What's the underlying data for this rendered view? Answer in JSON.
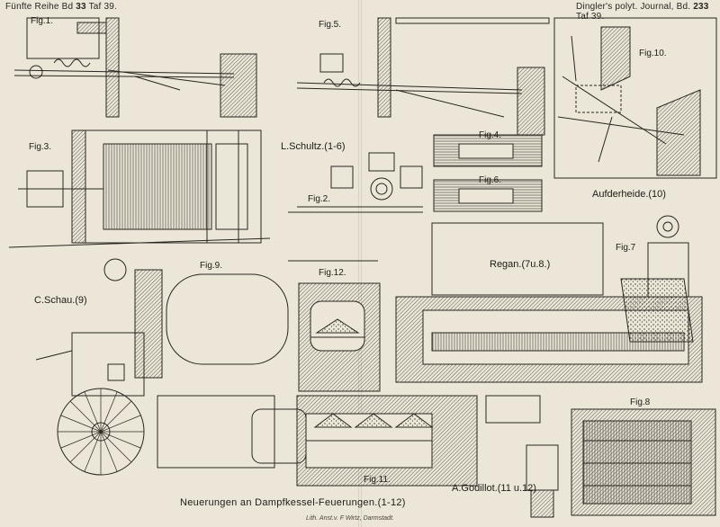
{
  "header": {
    "left_series": "Fünfte Reihe Bd",
    "left_band": "33",
    "left_plate": "Taf 39.",
    "right_journal": "Dingler's polyt. Journal, Bd.",
    "right_band": "233",
    "right_plate": "Taf 39."
  },
  "figures": {
    "fig1": "Fig.1.",
    "fig2": "Fig.2.",
    "fig3": "Fig.3.",
    "fig4": "Fig.4.",
    "fig5": "Fig.5.",
    "fig6": "Fig.6.",
    "fig7": "Fig.7",
    "fig8": "Fig.8",
    "fig9": "Fig.9.",
    "fig10": "Fig.10.",
    "fig11": "Fig.11.",
    "fig12": "Fig.12."
  },
  "authors": {
    "schultz": "L.Schultz.(1-6)",
    "schau": "C.Schau.(9)",
    "aufderheide": "Aufderheide.(10)",
    "regan": "Regan.(7u.8.)",
    "godillot": "A.Godillot.(11 u.12)"
  },
  "title": "Neuerungen an Dampfkessel-Feuerungen.(1-12)",
  "lithographer": "Lith. Anst.v. F Wirtz, Darmstadt."
}
